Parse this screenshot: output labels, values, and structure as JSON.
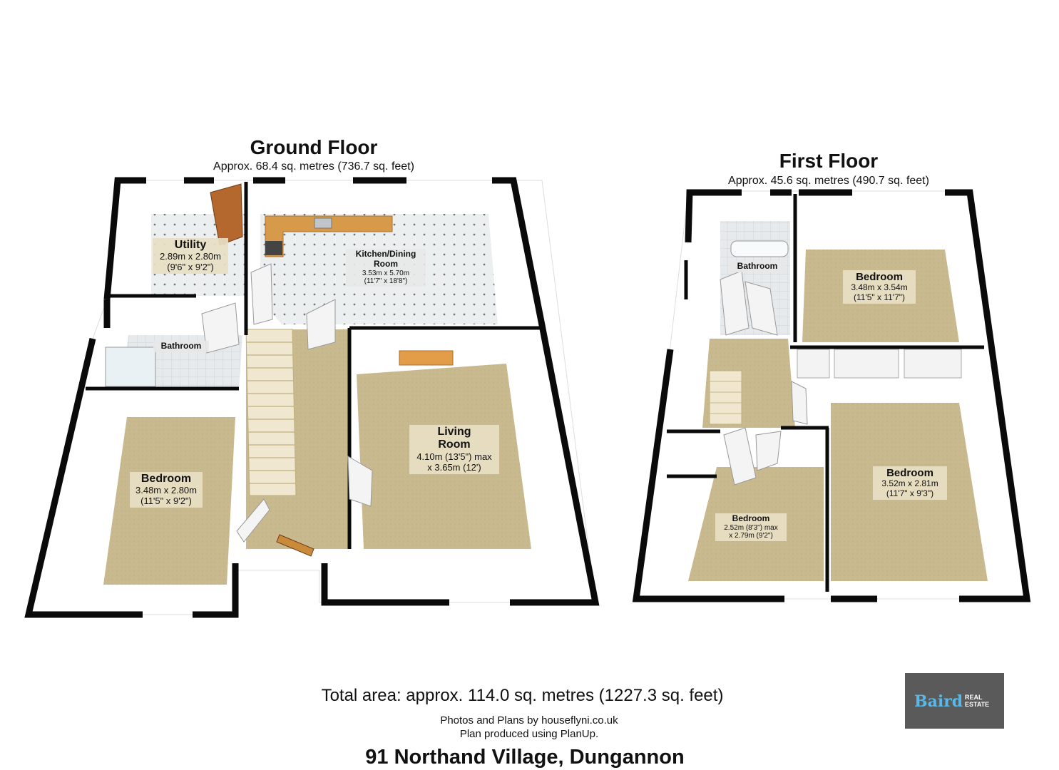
{
  "ground_floor": {
    "title": "Ground Floor",
    "area": "Approx. 68.4 sq. metres (736.7 sq. feet)",
    "rooms": {
      "utility": {
        "name": "Utility",
        "dim1": "2.89m x 2.80m",
        "dim2": "(9'6\" x 9'2\")"
      },
      "kitchen": {
        "name": "Kitchen/Dining Room",
        "dim1": "3.53m x 5.70m",
        "dim2": "(11'7\" x 18'8\")"
      },
      "bathroom": {
        "name": "Bathroom"
      },
      "living": {
        "name": "Living Room",
        "dim1": "4.10m (13'5\") max",
        "dim2": "x 3.65m (12')"
      },
      "bedroom": {
        "name": "Bedroom",
        "dim1": "3.48m x 2.80m",
        "dim2": "(11'5\" x 9'2\")"
      }
    }
  },
  "first_floor": {
    "title": "First Floor",
    "area": "Approx. 45.6 sq. metres (490.7 sq. feet)",
    "rooms": {
      "bathroom": {
        "name": "Bathroom"
      },
      "bedroom_1": {
        "name": "Bedroom",
        "dim1": "3.48m x 3.54m",
        "dim2": "(11'5\" x 11'7\")"
      },
      "bedroom_2": {
        "name": "Bedroom",
        "dim1": "3.52m x 2.81m",
        "dim2": "(11'7\" x 9'3\")"
      },
      "bedroom_3": {
        "name": "Bedroom",
        "dim1": "2.52m (8'3\") max",
        "dim2": "x 2.79m (9'2\")"
      }
    }
  },
  "footer": {
    "total_area": "Total area: approx. 114.0 sq. metres (1227.3 sq. feet)",
    "credit_line1": "Photos and Plans by houseflyni.co.uk",
    "credit_line2": "Plan produced using PlanUp.",
    "address": "91 Northand Village, Dungannon"
  },
  "logo": {
    "main": "Baird",
    "sub1": "REAL",
    "sub2": "ESTATE"
  },
  "colors": {
    "wall": "#0a0a0a",
    "carpet": "#c9b98f",
    "tile": "#e6e9ea",
    "worktop": "#d79a4a",
    "logo_bg": "#5a5a5a",
    "logo_accent": "#5bb8e6"
  }
}
